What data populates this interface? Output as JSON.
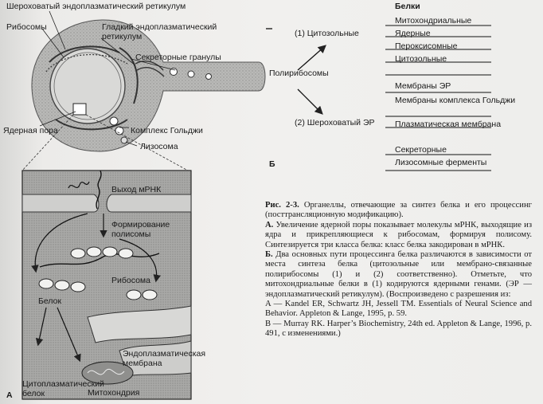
{
  "panel_a": {
    "labels": {
      "rough_er": "Шероховатый эндоплазматический ретикулум",
      "ribosomes": "Рибосомы",
      "smooth_er": "Гладкий эндоплазматический ретикулум",
      "secretory_granules": "Секреторные гранулы",
      "nuclear_pore": "Ядерная пора",
      "golgi": "Комплекс Гольджи",
      "lysosome": "Лизосома",
      "mrna_exit": "Выход мРНК",
      "polysome_formation": "Формирование полисомы",
      "ribosome": "Рибосома",
      "protein": "Белок",
      "er_membrane": "Эндоплазматическая мембрана",
      "cytoplasmic_protein": "Цитоплазматический белок",
      "mitochondrion": "Митохондрия",
      "panel_letter": "А"
    }
  },
  "panel_b": {
    "header": "Белки",
    "polyribosomes": "Полирибосомы",
    "path1": "(1) Цитозольные",
    "path2": "(2) Шероховатый ЭР",
    "proteins": [
      "Митохондриальные",
      "Ядерные",
      "Пероксисомные",
      "Цитозольные",
      "Мембраны ЭР",
      "Мембраны комплекса Гольджи",
      "Плазматическая мембрана",
      "Секреторные",
      "Лизосомные ферменты"
    ],
    "panel_letter": "Б"
  },
  "caption": {
    "title_bold": "Рис. 2-3.",
    "title_text": " Органеллы, отвечающие за синтез белка и его процессинг (посттрансляционную модификацию).",
    "a_letter": "А.",
    "a_text": " Увеличение ядерной поры показывает молекулы мРНК, выходящие из ядра и прикрепляющиеся к рибосомам, формируя полисому. Синтезируется три класса белка: класс белка закодирован в мРНК.",
    "b_letter": "Б.",
    "b_text": " Два основных пути процессинга белка различаются в зависимости от места синтеза белка (цитозольные или мембрано-связанные полирибосомы (1) и (2) соответственно). Отметьте, что митохондриальные белки в (1) кодируются ядерными генами. (ЭР — эндоплазматический ретикулум). (Воспроизведено с разрешения из:",
    "ref_a": "A — Kandel ER, Schwartz JH, Jessell TM. Essentials of Neural Science and Behavior. Appleton & Lange, 1995, p. 59.",
    "ref_b": "B — Murray RK. Harper’s Biochemistry, 24th ed. Appleton & Lange, 1996, p. 491, с изменениями.)"
  }
}
